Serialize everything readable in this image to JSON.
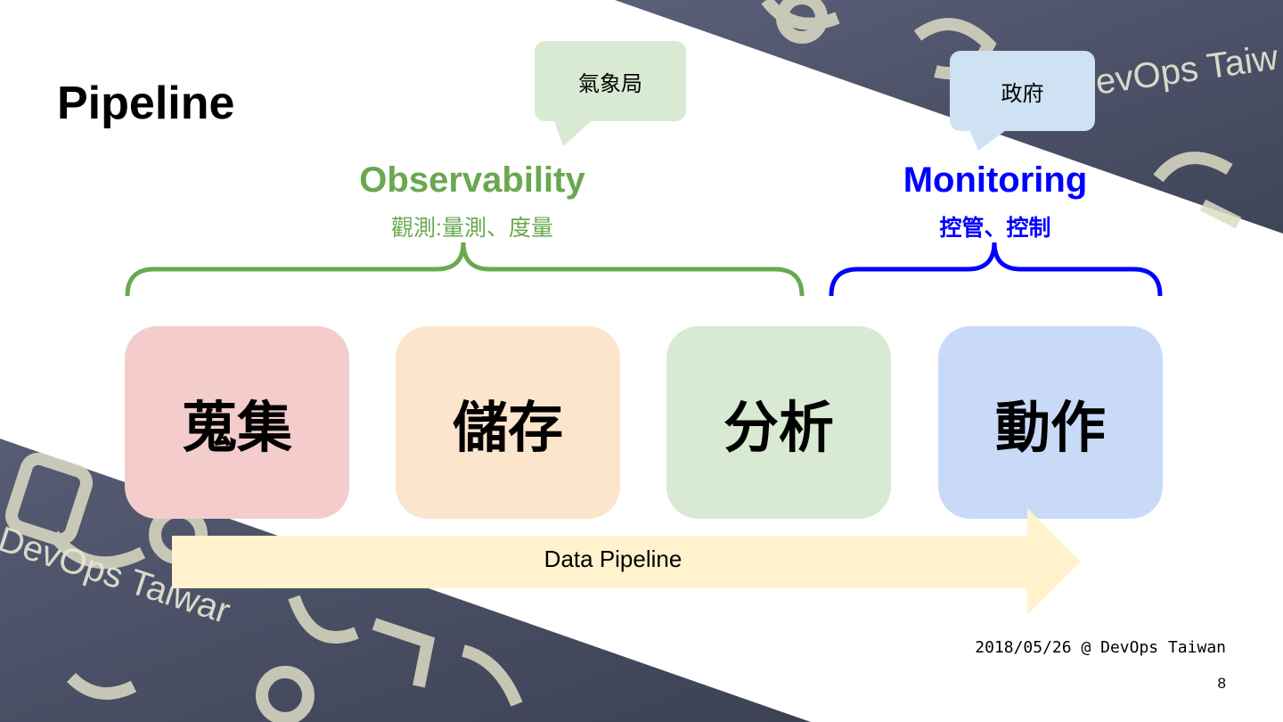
{
  "slide": {
    "title": "Pipeline",
    "footer_date": "2018/05/26 @ DevOps Taiwan",
    "page_number": "8"
  },
  "bubbles": {
    "weather_bureau": "氣象局",
    "government": "政府"
  },
  "observability": {
    "title": "Observability",
    "subtitle": "觀測:量測、度量",
    "color": "#6aa84f"
  },
  "monitoring": {
    "title": "Monitoring",
    "subtitle": "控管、控制",
    "color": "#0000ff"
  },
  "stages": [
    {
      "label": "蒐集",
      "color": "#f4cccc"
    },
    {
      "label": "儲存",
      "color": "#fce5cd"
    },
    {
      "label": "分析",
      "color": "#d9ead3"
    },
    {
      "label": "動作",
      "color": "#c9daf8"
    }
  ],
  "arrow": {
    "label": "Data Pipeline",
    "color": "#fff2cc"
  },
  "background": {
    "watermark_top": "DevOps Taiw",
    "watermark_bottom": "DevOps Taiwar",
    "photo_color": "#4b5068"
  }
}
